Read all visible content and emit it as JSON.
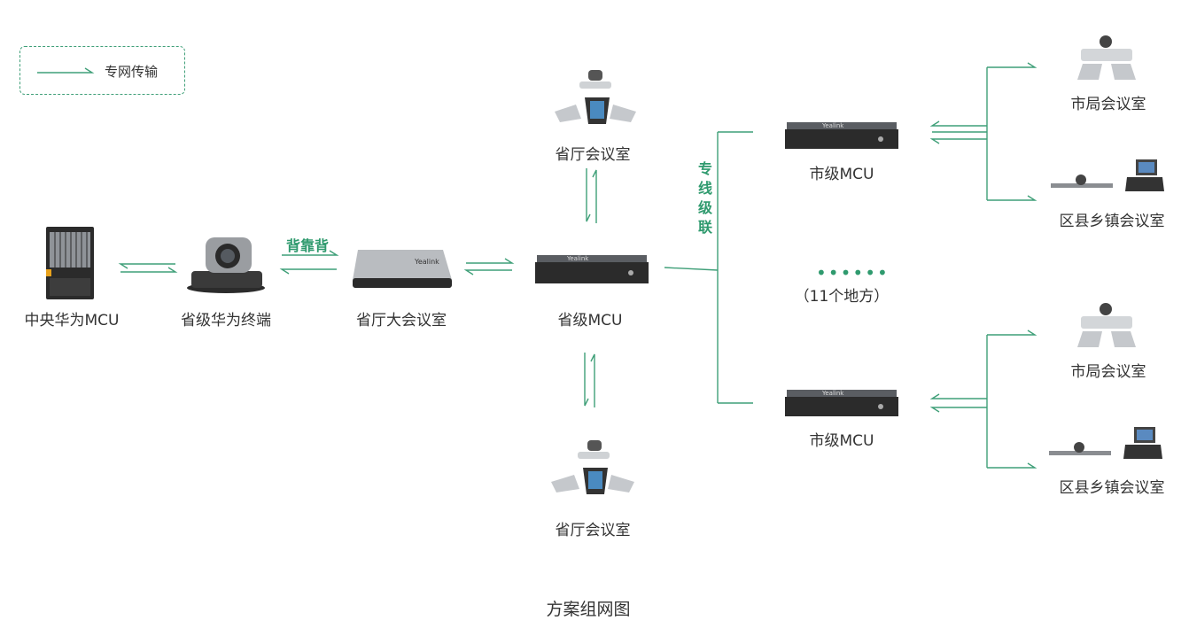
{
  "legend": {
    "text": "专网传输"
  },
  "nodes": {
    "central_mcu": "中央华为MCU",
    "provincial_huawei_terminal": "省级华为终端",
    "provincial_main_room": "省厅大会议室",
    "provincial_mcu": "省级MCU",
    "provincial_room_top": "省厅会议室",
    "provincial_room_bottom": "省厅会议室",
    "city_mcu_top": "市级MCU",
    "city_mcu_bottom": "市级MCU",
    "city_room_top": "市局会议室",
    "county_room_top": "区县乡镇会议室",
    "city_room_bottom": "市局会议室",
    "county_room_bottom": "区县乡镇会议室"
  },
  "labels": {
    "back_to_back": "背靠背",
    "cascade_vertical": [
      "专",
      "线",
      "级",
      "联"
    ],
    "ellipsis_dots": "••••••",
    "eleven_places": "（11个地方）"
  },
  "device_brand": "Yealink",
  "caption": "方案组网图",
  "colors": {
    "accent": "#2f9a6e",
    "text": "#333333",
    "device_dark": "#2b2b2b",
    "device_silver": "#b9bcc0"
  }
}
